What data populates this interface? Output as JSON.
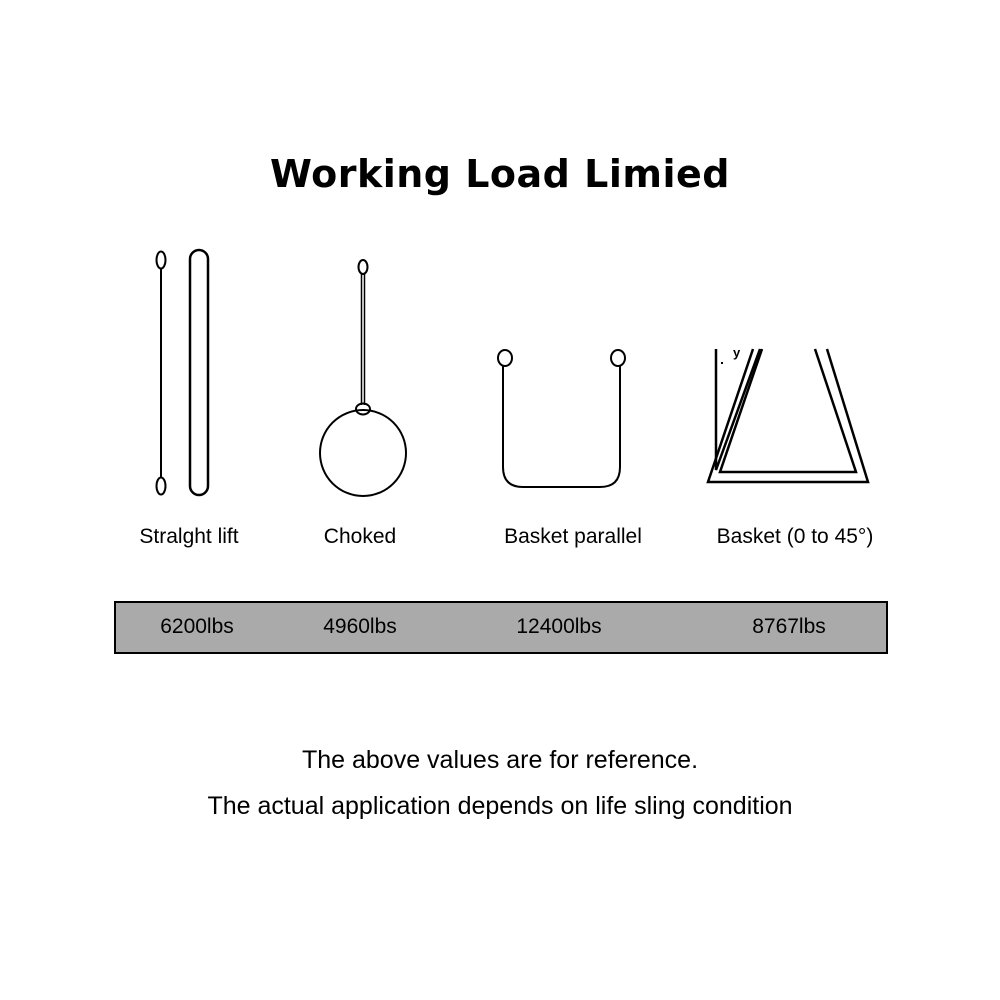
{
  "title": "Working Load Limied",
  "labels": [
    "Stralght lift",
    "Choked",
    "Basket parallel",
    "Basket (0 to 45°)"
  ],
  "values": [
    "6200lbs",
    "4960lbs",
    "12400lbs",
    "8767lbs"
  ],
  "stray_glyph": "y",
  "notes": [
    "The above values are for reference.",
    "The actual application depends on life sling condition"
  ],
  "colors": {
    "bar_fill": "#aaaaaa",
    "line": "#000000",
    "background": "#ffffff"
  }
}
